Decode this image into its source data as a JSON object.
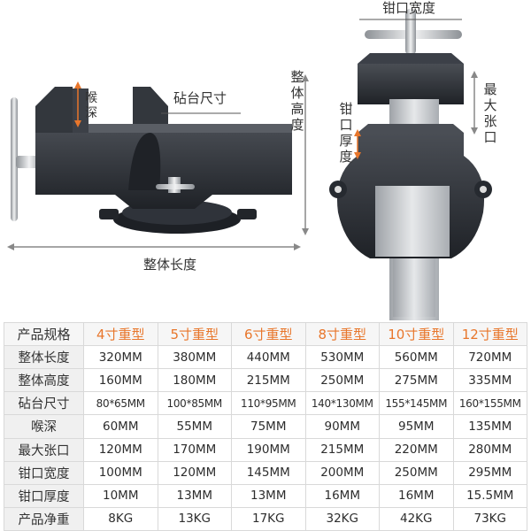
{
  "labels": {
    "throat_depth": "喉深",
    "anvil_size": "砧台尺寸",
    "overall_height": "整体高度",
    "overall_length": "整体长度",
    "jaw_width": "钳口宽度",
    "max_opening": "最大张口",
    "jaw_thickness": "钳口厚度"
  },
  "spec_table": {
    "header": [
      "产品规格",
      "4寸重型",
      "5寸重型",
      "6寸重型",
      "8寸重型",
      "10寸重型",
      "12寸重型"
    ],
    "rows": [
      {
        "name": "整体长度",
        "values": [
          "320MM",
          "380MM",
          "440MM",
          "530MM",
          "560MM",
          "720MM"
        ]
      },
      {
        "name": "整体高度",
        "values": [
          "160MM",
          "180MM",
          "215MM",
          "250MM",
          "275MM",
          "335MM"
        ]
      },
      {
        "name": "砧台尺寸",
        "values": [
          "80*65MM",
          "100*85MM",
          "110*95MM",
          "140*130MM",
          "155*145MM",
          "160*155MM"
        ]
      },
      {
        "name": "喉深",
        "values": [
          "60MM",
          "55MM",
          "75MM",
          "90MM",
          "95MM",
          "135MM"
        ]
      },
      {
        "name": "最大张口",
        "values": [
          "120MM",
          "170MM",
          "190MM",
          "215MM",
          "220MM",
          "280MM"
        ]
      },
      {
        "name": "钳口宽度",
        "values": [
          "100MM",
          "120MM",
          "145MM",
          "200MM",
          "250MM",
          "295MM"
        ]
      },
      {
        "name": "钳口厚度",
        "values": [
          "10MM",
          "13MM",
          "13MM",
          "16MM",
          "16MM",
          "15.5MM"
        ]
      },
      {
        "name": "产品净重",
        "values": [
          "8KG",
          "13KG",
          "17KG",
          "32KG",
          "42KG",
          "73KG"
        ]
      }
    ]
  },
  "colors": {
    "accent": "#e8762b",
    "dimension_arrow": "#e8762b",
    "vise_body": "#2b2e33",
    "jaw_steel": "#c9ccd0"
  }
}
